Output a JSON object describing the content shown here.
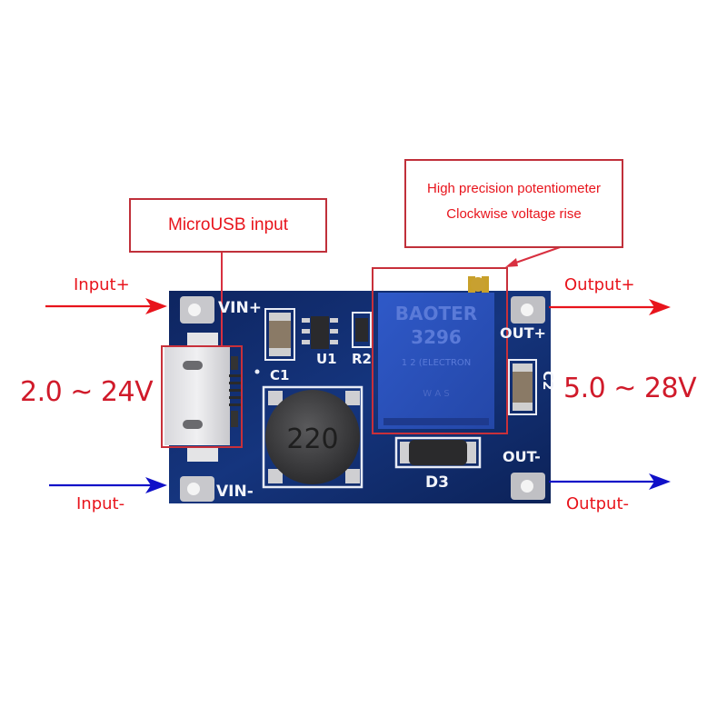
{
  "callouts": {
    "potentiometer": {
      "line1": "High precision potentiometer",
      "line2": "Clockwise voltage rise"
    },
    "microusb": {
      "label": "MicroUSB input"
    }
  },
  "labels": {
    "input_plus": "Input+",
    "input_minus": "Input-",
    "output_plus": "Output+",
    "output_minus": "Output-",
    "input_range": "2.0 ~ 24V",
    "output_range": "5.0 ~ 28V"
  },
  "board": {
    "silkscreen": {
      "vin_plus": "VIN+",
      "vin_minus": "VIN-",
      "out_plus": "OUT+",
      "out_minus": "OUT-",
      "c1": "C1",
      "c2": "C2",
      "u1": "U1",
      "r2": "R2",
      "d3": "D3"
    },
    "inductor_marking": "220",
    "pot_marking": "BAOTER 3296"
  },
  "colors": {
    "positive_arrow": "#e8141c",
    "negative_arrow": "#1010c8",
    "pcb": "#0f2a6a",
    "callout_border": "#c0303a"
  }
}
